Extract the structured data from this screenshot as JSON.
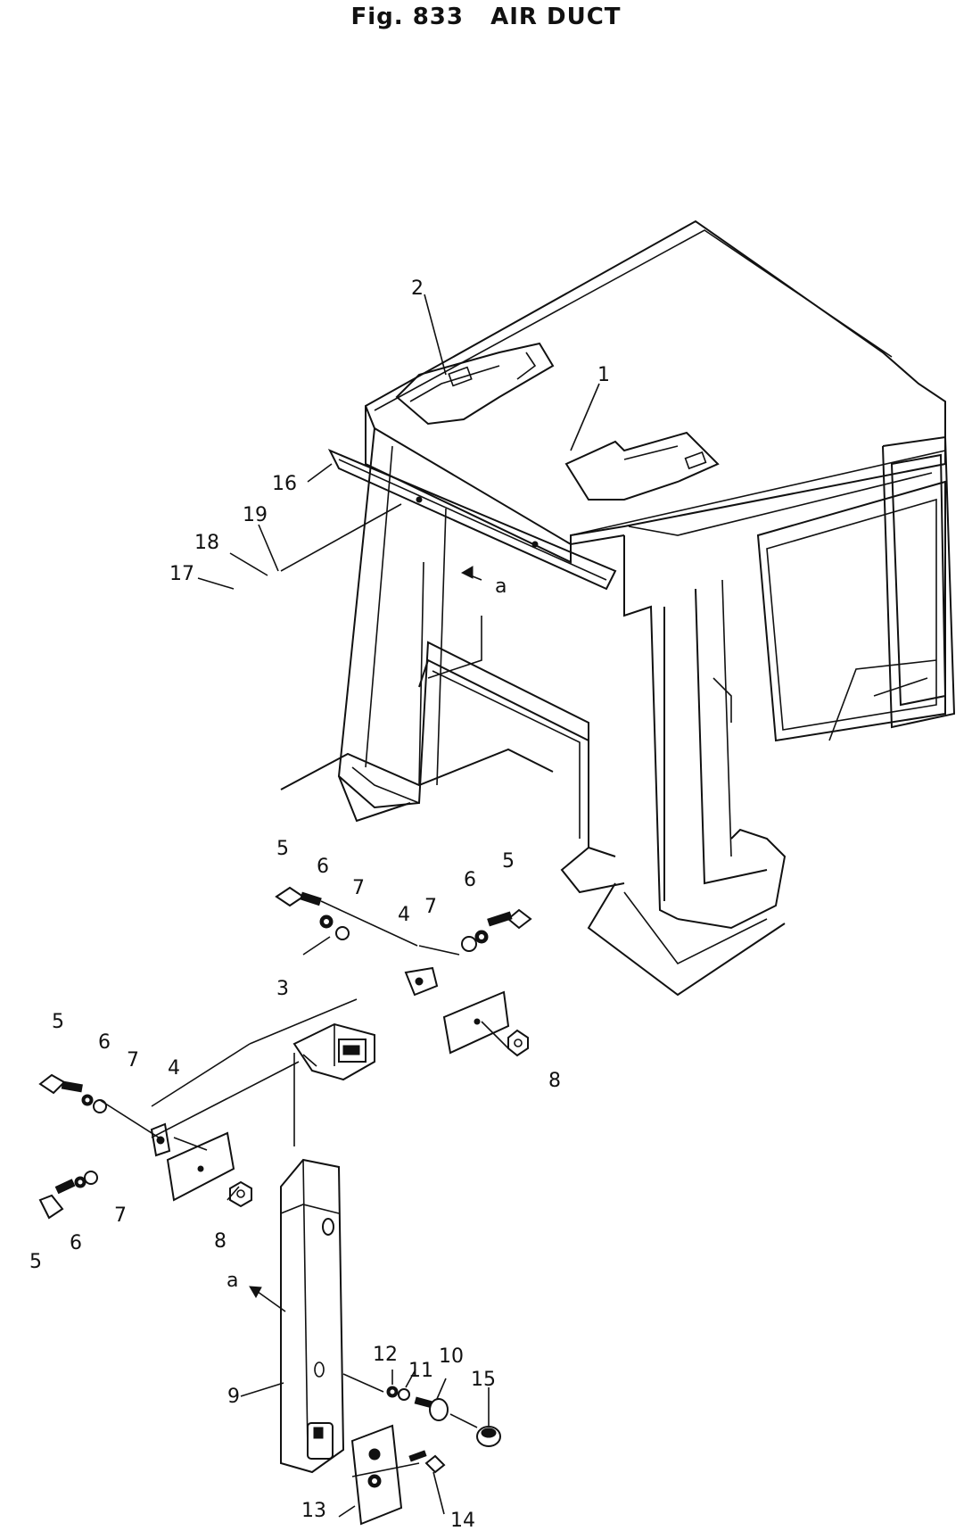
{
  "figure": {
    "title": "Fig. 833   AIR DUCT"
  },
  "callouts": [
    {
      "id": "c1",
      "label": "1"
    },
    {
      "id": "c2",
      "label": "2"
    },
    {
      "id": "c16",
      "label": "16"
    },
    {
      "id": "c19",
      "label": "19"
    },
    {
      "id": "c18",
      "label": "18"
    },
    {
      "id": "c17",
      "label": "17"
    },
    {
      "id": "ca1",
      "label": "a"
    },
    {
      "id": "c5a",
      "label": "5"
    },
    {
      "id": "c6a",
      "label": "6"
    },
    {
      "id": "c7a",
      "label": "7"
    },
    {
      "id": "c4a",
      "label": "4"
    },
    {
      "id": "c7b",
      "label": "7"
    },
    {
      "id": "c6b",
      "label": "6"
    },
    {
      "id": "c5b",
      "label": "5"
    },
    {
      "id": "c3",
      "label": "3"
    },
    {
      "id": "c8a",
      "label": "8"
    },
    {
      "id": "c5c",
      "label": "5"
    },
    {
      "id": "c6c",
      "label": "6"
    },
    {
      "id": "c7c",
      "label": "7"
    },
    {
      "id": "c4b",
      "label": "4"
    },
    {
      "id": "c7d",
      "label": "7"
    },
    {
      "id": "c8b",
      "label": "8"
    },
    {
      "id": "c5d",
      "label": "5"
    },
    {
      "id": "c6d",
      "label": "6"
    },
    {
      "id": "ca2",
      "label": "a"
    },
    {
      "id": "c12",
      "label": "12"
    },
    {
      "id": "c11",
      "label": "11"
    },
    {
      "id": "c10",
      "label": "10"
    },
    {
      "id": "c15",
      "label": "15"
    },
    {
      "id": "c9",
      "label": "9"
    },
    {
      "id": "c13",
      "label": "13"
    },
    {
      "id": "c14",
      "label": "14"
    }
  ]
}
